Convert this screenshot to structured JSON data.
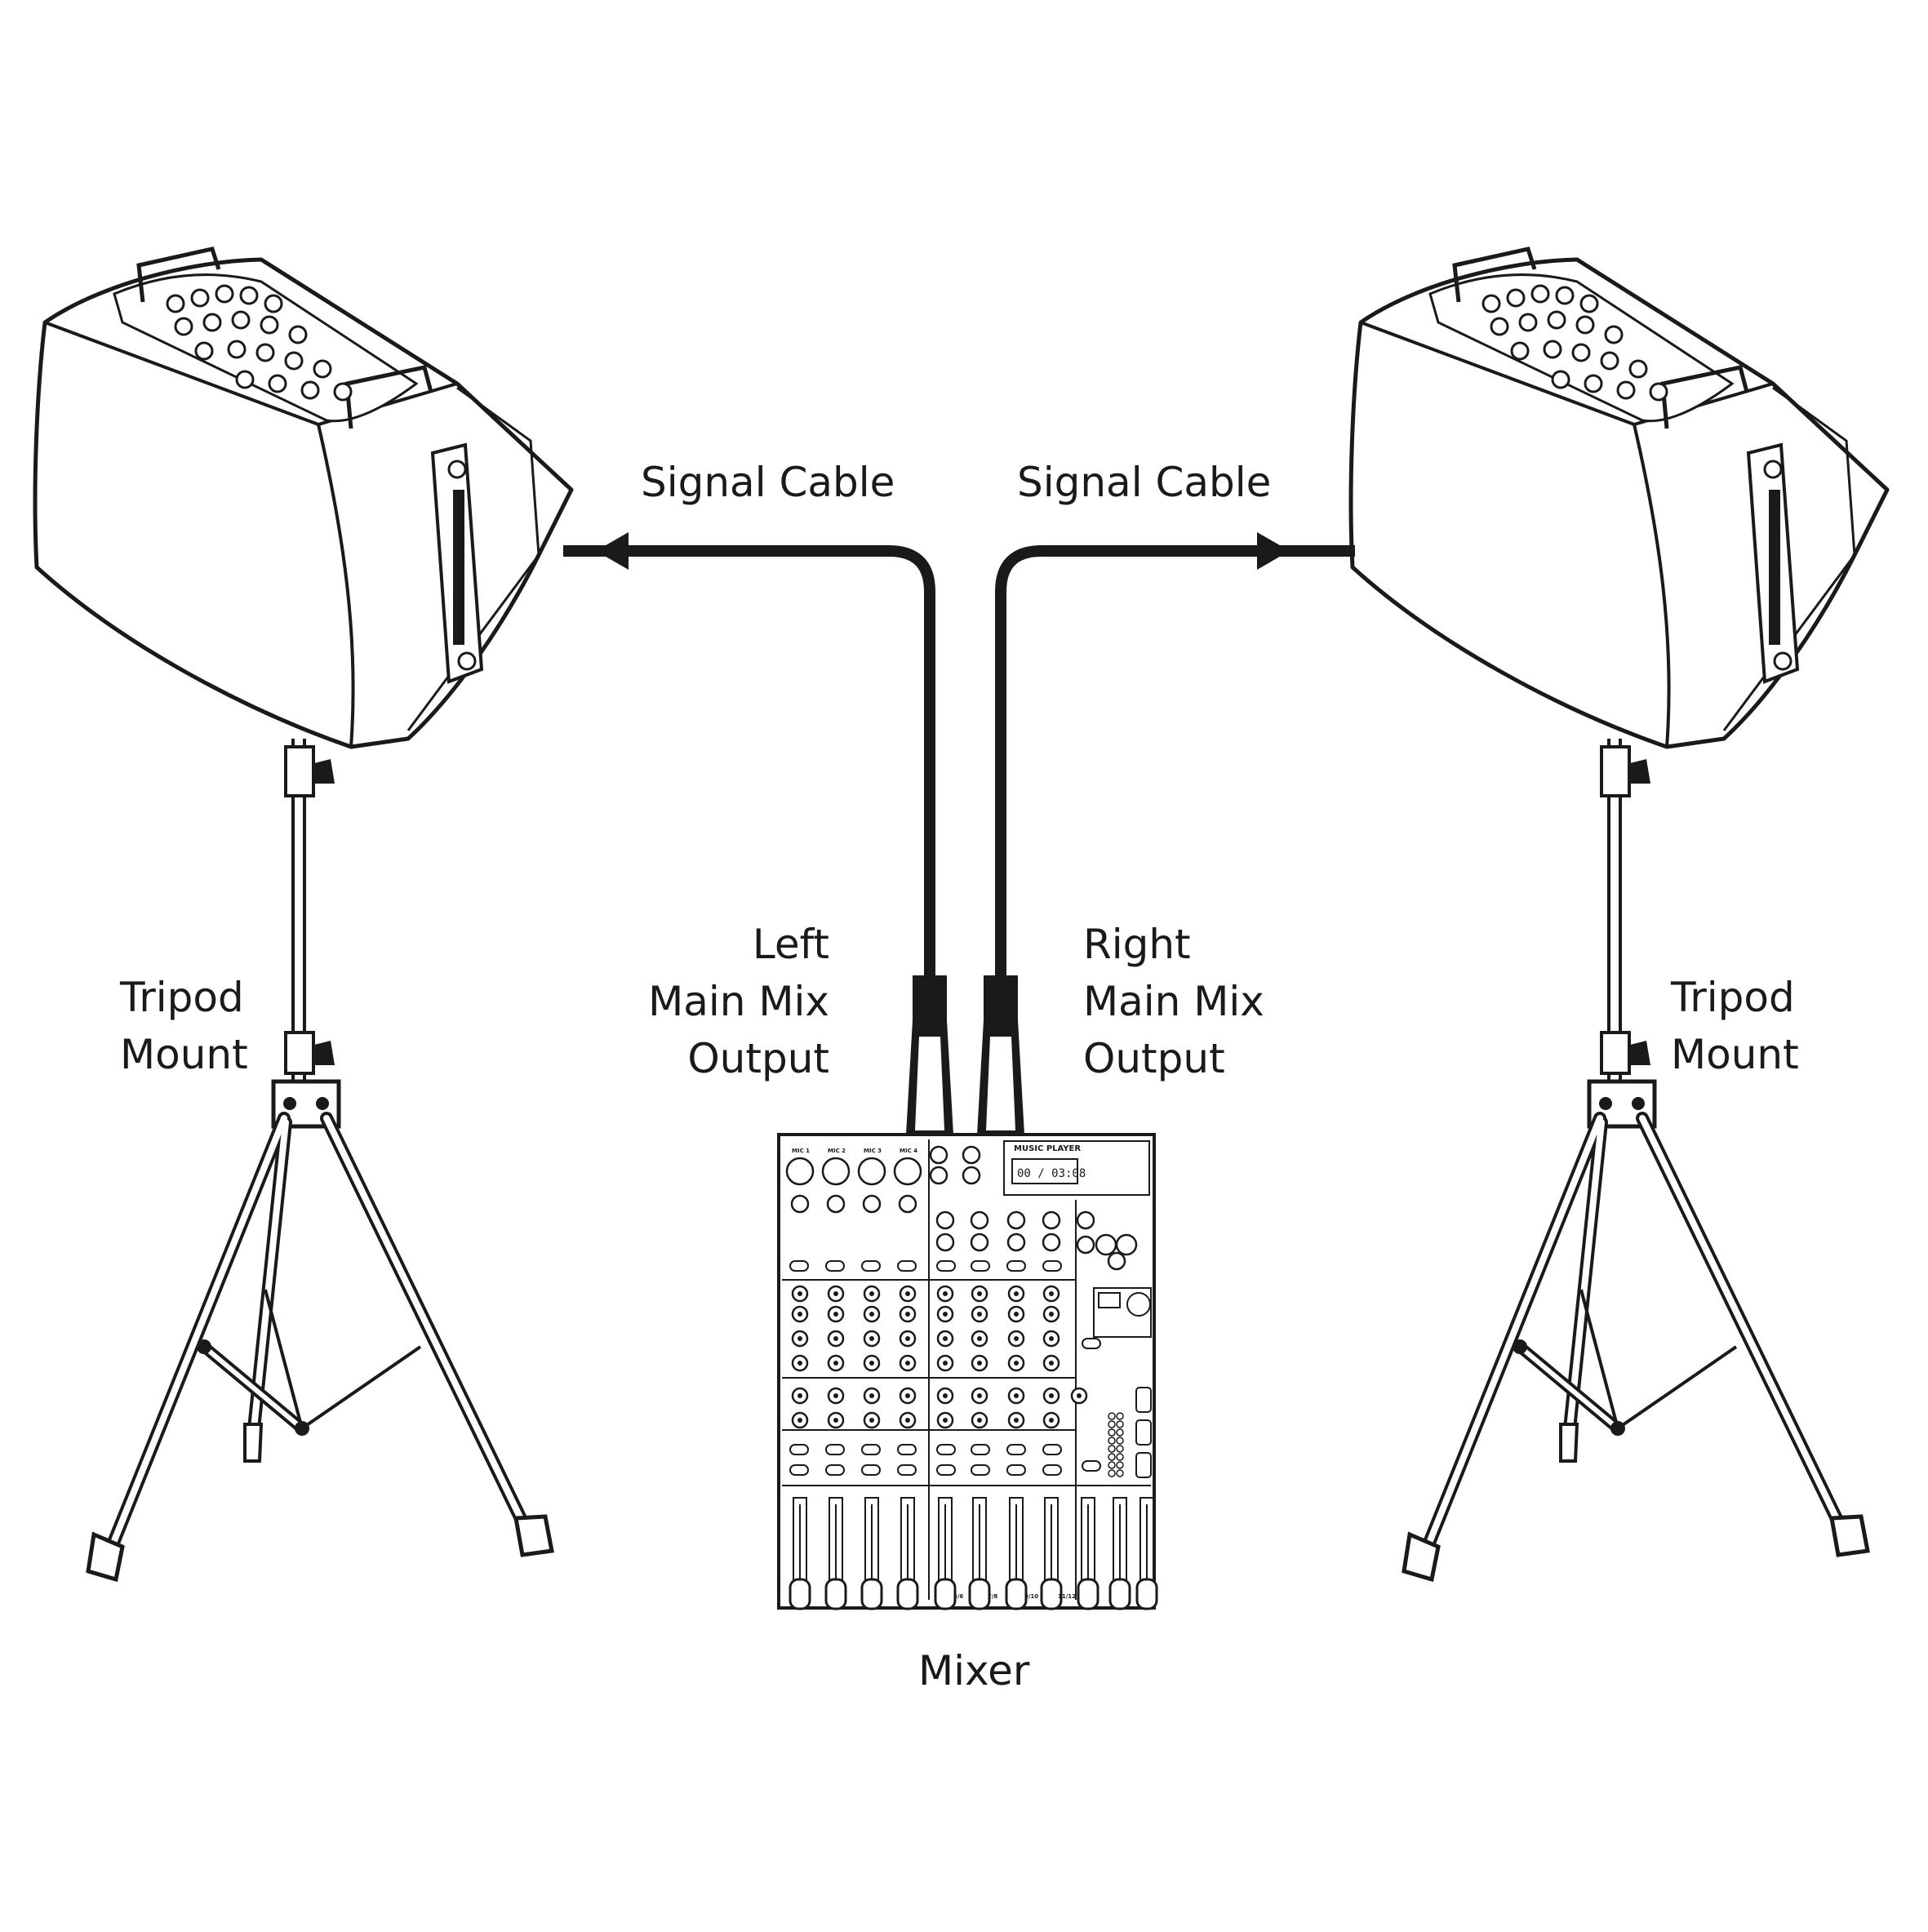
{
  "labels": {
    "signal_cable_left": "Signal Cable",
    "signal_cable_right": "Signal Cable",
    "left_output": [
      "Left",
      "Main Mix",
      "Output"
    ],
    "right_output": [
      "Right",
      "Main Mix",
      "Output"
    ],
    "tripod_left": [
      "Tripod",
      "Mount"
    ],
    "tripod_right": [
      "Tripod",
      "Mount"
    ],
    "mixer": "Mixer"
  },
  "mixer_panel": {
    "music_player_title": "MUSIC PLAYER",
    "display_readout": "00 / 03:08",
    "mic_channels": [
      "MIC 1",
      "MIC 2",
      "MIC 3",
      "MIC 4"
    ],
    "fader_group_labels": [
      "5/6",
      "7/8",
      "9/10",
      "11/12"
    ]
  },
  "colors": {
    "line": "#1a1a1a",
    "background": "#ffffff"
  }
}
